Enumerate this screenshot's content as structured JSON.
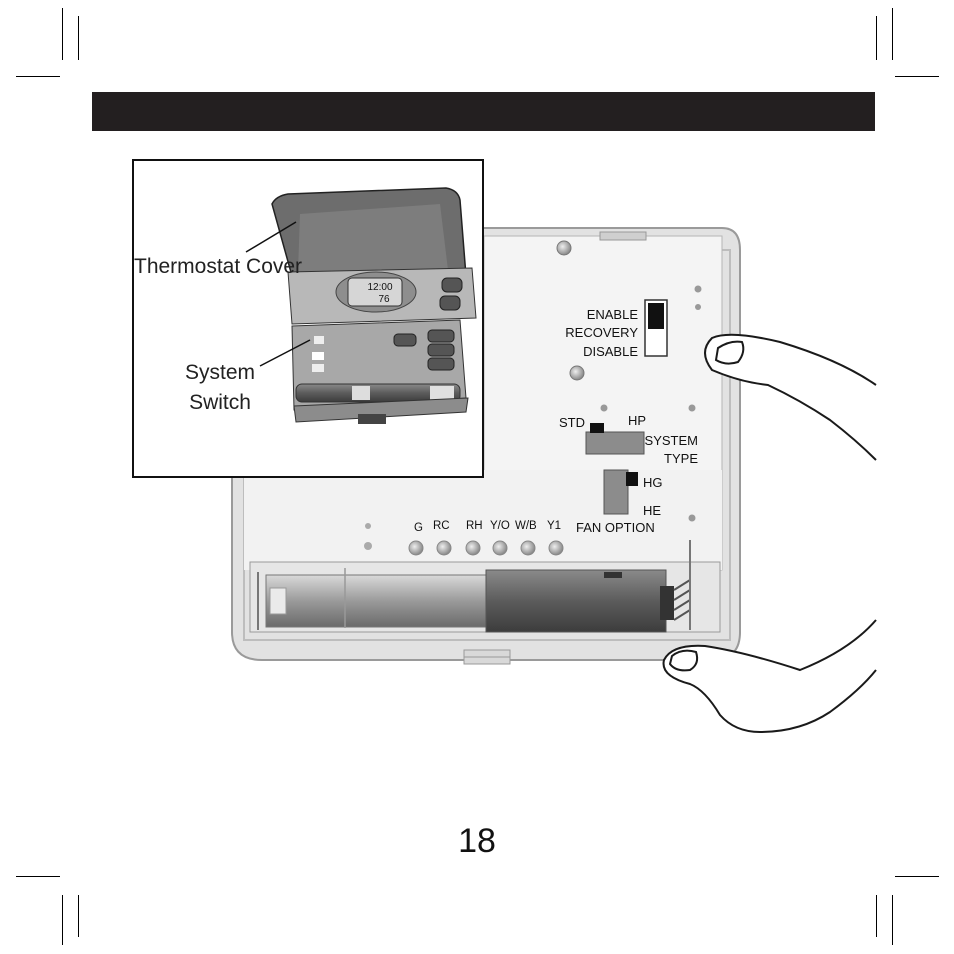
{
  "page": {
    "number": "18"
  },
  "inset": {
    "callouts": {
      "cover": "Thermostat Cover",
      "system_switch_line1": "System",
      "system_switch_line2": "Switch"
    },
    "display": {
      "time": "12:00",
      "temperature": "76"
    }
  },
  "board": {
    "recovery": {
      "enable": "ENABLE",
      "recovery": "RECOVERY",
      "disable": "DISABLE"
    },
    "system_type": {
      "std": "STD",
      "hp": "HP",
      "label_line1": "SYSTEM",
      "label_line2": "TYPE"
    },
    "fan_option": {
      "hg": "HG",
      "he": "HE",
      "label": "FAN OPTION"
    },
    "terminals": [
      "G",
      "RC",
      "RH",
      "Y/O",
      "W/B",
      "Y1"
    ]
  },
  "icons": [
    "thermostat-illustration",
    "hand-icon",
    "battery-icon"
  ]
}
